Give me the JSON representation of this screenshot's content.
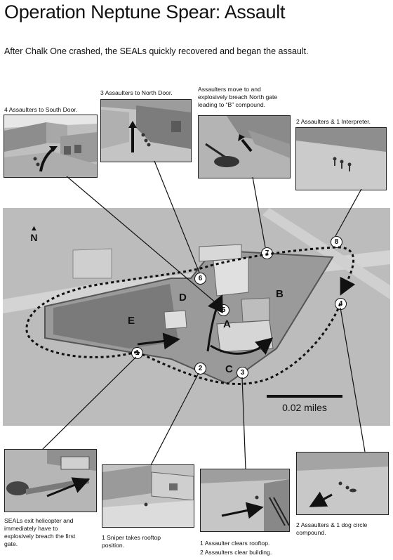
{
  "header": {
    "title": "Operation Neptune Spear:  Assault",
    "subtitle": "After Chalk One crashed, the SEALs quickly recovered and began the assault."
  },
  "captions": {
    "top_1": "4 Assaulters to South Door.",
    "top_2": "3 Assaulters to North Door.",
    "top_3": "Assaulters move to and explosively breach North gate leading to “B” compound.",
    "top_4": "2 Assaulters & 1 Interpreter.",
    "bottom_1": "SEALs exit helicopter and immediately have to explosively breach the first gate.",
    "bottom_2": "1 Sniper takes rooftop position.",
    "bottom_3_line1": "1 Assaulter clears rooftop.",
    "bottom_3_line2": "2 Assaulters clear building.",
    "bottom_4": "2 Assaulters & 1 dog circle compound."
  },
  "map": {
    "north_label": "N",
    "scale_label": "0.02 miles",
    "zone_labels": [
      "A",
      "B",
      "C",
      "D",
      "E"
    ],
    "markers": [
      "1",
      "2",
      "3",
      "4",
      "5",
      "6",
      "7",
      "8"
    ]
  }
}
